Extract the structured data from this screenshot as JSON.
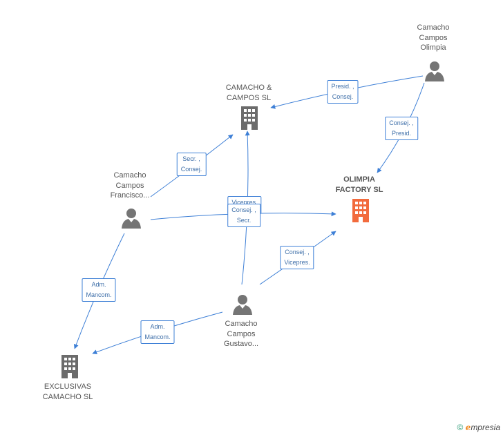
{
  "colors": {
    "edge": "#3d7fd6",
    "person": "#757575",
    "company": "#6b6b6b",
    "main_company": "#f26b3d",
    "brand": "#2f9b77"
  },
  "nodes": {
    "camacho_campos_sl": {
      "line1": "CAMACHO &",
      "line2": "CAMPOS SL"
    },
    "olimpia_factory": {
      "line1": "OLIMPIA",
      "line2": "FACTORY SL"
    },
    "exclusivas": {
      "line1": "EXCLUSIVAS",
      "line2": "CAMACHO SL"
    },
    "camacho_olimpia": {
      "line1": "Camacho",
      "line2": "Campos",
      "line3": "Olimpia"
    },
    "camacho_francisco": {
      "line1": "Camacho",
      "line2": "Campos",
      "line3": "Francisco..."
    },
    "camacho_gustavo": {
      "line1": "Camacho",
      "line2": "Campos",
      "line3": "Gustavo..."
    }
  },
  "edges": {
    "presid_consej": {
      "line1": "Presid. ,",
      "line2": "Consej."
    },
    "consej_presid": {
      "line1": "Consej. ,",
      "line2": "Presid."
    },
    "secr_consej": {
      "line1": "Secr. ,",
      "line2": "Consej."
    },
    "vicepres_hidden": {
      "line1": "Vicepres."
    },
    "consej_secr": {
      "line1": "Consej. ,",
      "line2": "Secr."
    },
    "consej_vicepres": {
      "line1": "Consej. ,",
      "line2": "Vicepres."
    },
    "adm_mancom_1": {
      "line1": "Adm.",
      "line2": "Mancom."
    },
    "adm_mancom_2": {
      "line1": "Adm.",
      "line2": "Mancom."
    }
  },
  "footer": {
    "copyright": "©",
    "brand_e": "e",
    "brand_rest": "mpresia"
  }
}
